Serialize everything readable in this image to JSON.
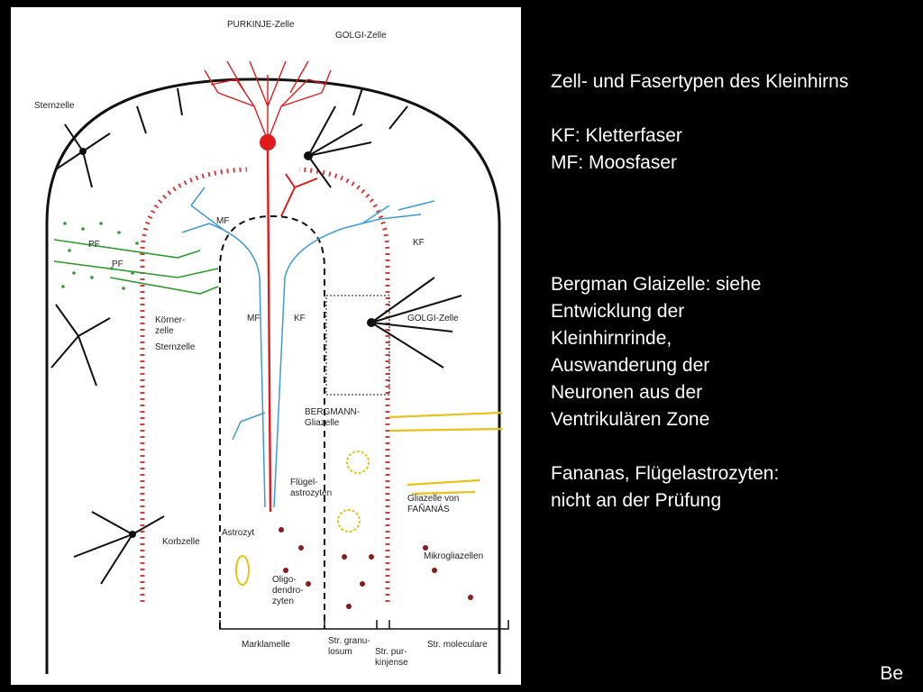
{
  "figure": {
    "labels": {
      "purkinje": "PURKINJE-Zelle",
      "golgi_top": "GOLGI-Zelle",
      "sternzelle_top": "Sternzelle",
      "mf_top": "MF",
      "kf_top": "KF",
      "pf1": "PF",
      "pf2": "PF",
      "koerner1": "Körner-",
      "koerner2": "zelle",
      "sternzelle_mid": "Sternzelle",
      "mf_mid": "MF",
      "kf_mid": "KF",
      "golgi_right": "GOLGI-Zelle",
      "bergmann1": "BERGMANN-",
      "bergmann2": "Gliazelle",
      "fluegel1": "Flügel-",
      "fluegel2": "astrozyten",
      "fananas1": "Gliazelle von",
      "fananas2": "FAÑANÁS",
      "astrozyt": "Astrozyt",
      "korbzelle": "Korbzelle",
      "mikroglia": "Mikrogliazellen",
      "oligo1": "Oligo-",
      "oligo2": "dendro-",
      "oligo3": "zyten",
      "marklamelle": "Marklamelle",
      "granulosum1": "Str. granu-",
      "granulosum2": "losum",
      "purkinjense1": "Str. pur-",
      "purkinjense2": "kinjense",
      "moleculare": "Str. moleculare"
    },
    "colors": {
      "purkinje": "#e11b1b",
      "mossy": "#3c9bd6",
      "parallel": "#2f9a2f",
      "glia": "#e8c21a",
      "oligo": "#8b1a1a",
      "neuron": "#111111"
    }
  },
  "text": {
    "title": "Zell- und Fasertypen des Kleinhirns",
    "kf": "KF: Kletterfaser",
    "mf": "MF: Moosfaser",
    "bergman_lines": [
      "Bergman Glaizelle: siehe",
      "Entwicklung der",
      "Kleinhirnrinde,",
      "Auswanderung der",
      "Neuronen  aus der",
      "Ventrikulären Zone"
    ],
    "fananas_lines": [
      "Fananas, Flügelastrozyten:",
      "nicht an der Prüfung"
    ],
    "corner": "Be"
  }
}
